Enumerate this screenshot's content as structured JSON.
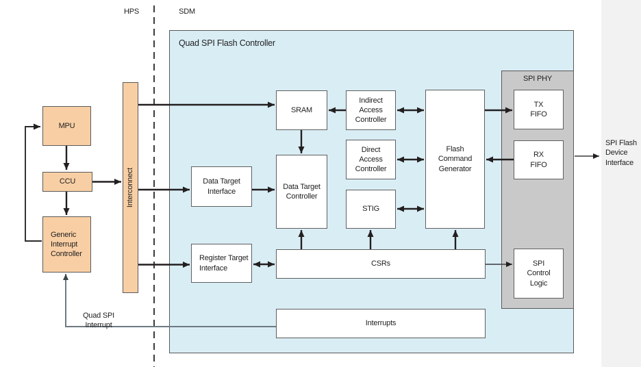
{
  "regions": {
    "hps": "HPS",
    "sdm": "SDM"
  },
  "container_title": "Quad SPI Flash Controller",
  "spi_phy_title": "SPI PHY",
  "nodes": {
    "mpu": "MPU",
    "ccu": "CCU",
    "gic": "Generic\nInterrupt\nController",
    "interconnect": "Interconnect",
    "sram": "SRAM",
    "indirect_access": "Indirect\nAccess\nController",
    "direct_access": "Direct\nAccess\nController",
    "data_target_interface": "Data Target\nInterface",
    "data_target_controller": "Data Target\nController",
    "stig": "STIG",
    "register_target_interface": "Register Target\nInterface",
    "csrs": "CSRs",
    "interrupts": "Interrupts",
    "flash_command_generator": "Flash\nCommand\nGenerator",
    "tx_fifo": "TX\nFIFO",
    "rx_fifo": "RX\nFIFO",
    "spi_control_logic": "SPI\nControl\nLogic"
  },
  "annotations": {
    "quad_spi_interrupt": "Quad SPI\nInterrupt",
    "spi_flash_device_interface": "SPI Flash\nDevice\nInterface"
  },
  "colors": {
    "peach": "#f8cfa4",
    "light_blue": "#d9edf4",
    "gray_panel": "#c9c9c9",
    "side_band": "#f2f2f2",
    "border": "#58585a",
    "arrow": "#231f20",
    "interrupt_line": "#6d7a82"
  }
}
